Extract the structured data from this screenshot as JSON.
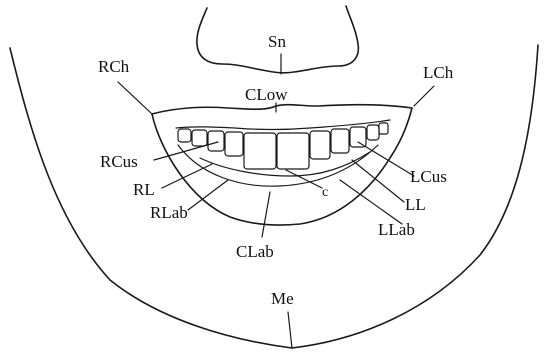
{
  "labels": {
    "sn": "Sn",
    "rch": "RCh",
    "lch": "LCh",
    "clow": "CLow",
    "rcus": "RCus",
    "lcus": "LCus",
    "rl": "RL",
    "ll": "LL",
    "c": "c",
    "rlab": "RLab",
    "llab": "LLab",
    "clab": "CLab",
    "me": "Me"
  }
}
